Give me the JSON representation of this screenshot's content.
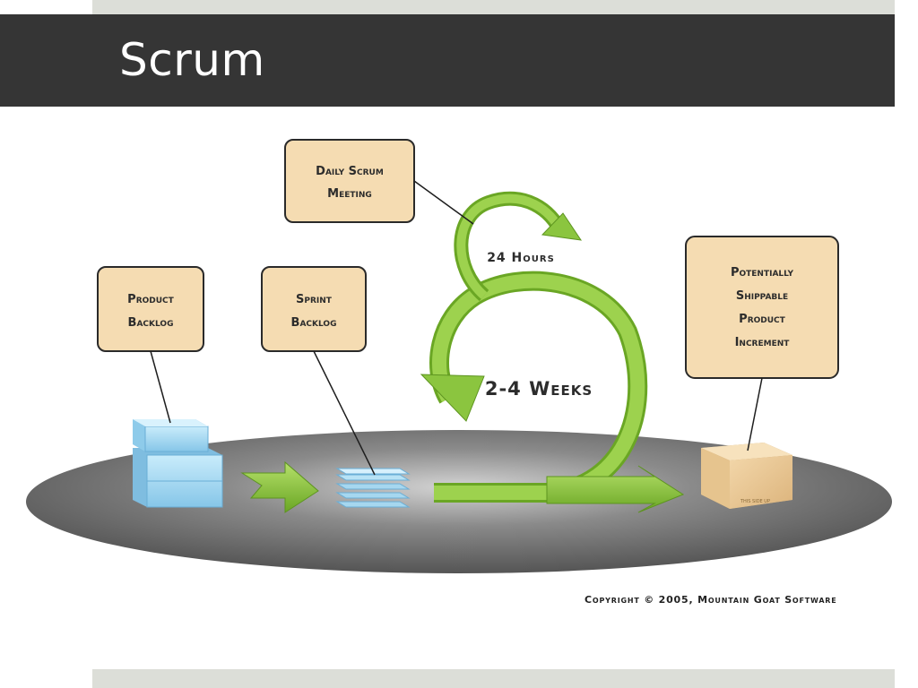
{
  "slide": {
    "title": "Scrum"
  },
  "diagram": {
    "product_backlog": [
      "Product",
      "Backlog"
    ],
    "sprint_backlog": [
      "Sprint",
      "Backlog"
    ],
    "daily_scrum": [
      "Daily Scrum",
      "Meeting"
    ],
    "shippable_increment": [
      "Potentially",
      "Shippable",
      "Product",
      "Increment"
    ],
    "daily_cycle": "24 Hours",
    "sprint_cycle": "2-4 Weeks",
    "box_marking": "THIS SIDE UP"
  },
  "footer": {
    "copyright": "Copyright © 2005, Mountain Goat Software"
  },
  "colors": {
    "title_bar": "#353535",
    "label_box_fill": "#f5dcb2",
    "label_box_border": "#2a2a2a",
    "arrow_green": "#8bc53f",
    "backlog_blue": "#9dd3ee",
    "platform_gray": "#6a6a6a"
  }
}
